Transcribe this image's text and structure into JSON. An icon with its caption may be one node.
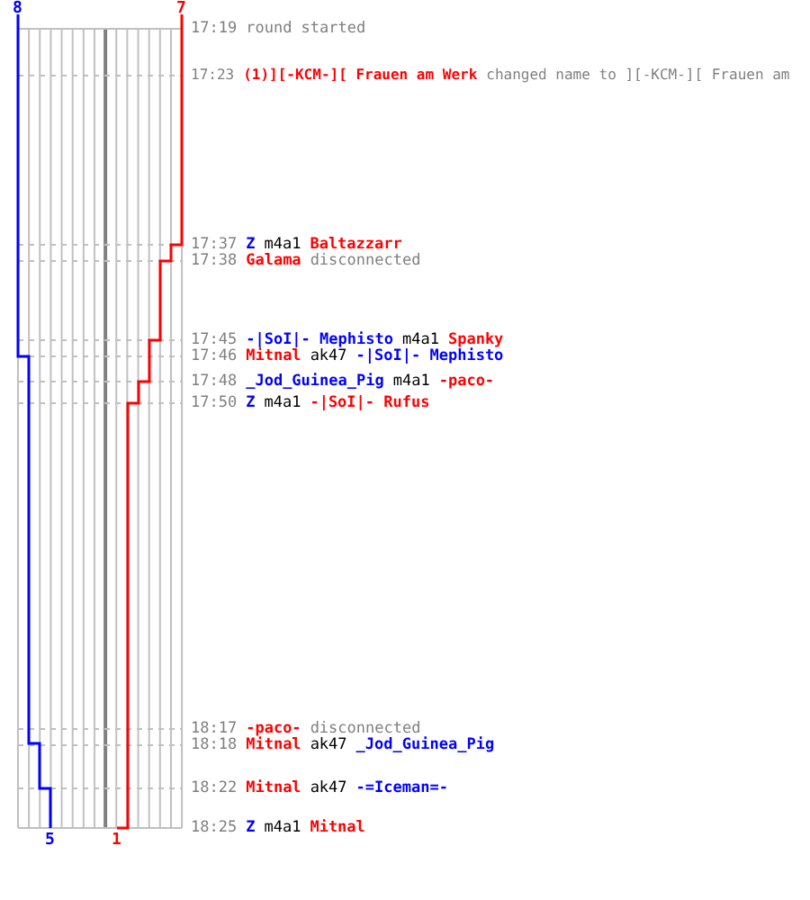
{
  "diagram": {
    "labels": [
      "8",
      "7",
      "17:19",
      "round started",
      "17:23",
      "(1)][-KCM-][ Frauen am Werk",
      "changed name to ][-KCM-][ Frauen am",
      "17:37",
      "Z",
      "m4a1",
      "Baltazzarr",
      "17:38",
      "Galama",
      "disconnected",
      "17:45",
      "-|SoI|- Mephisto",
      "m4a1",
      "Spanky",
      "17:46",
      "Mitnal",
      "ak47",
      "-|SoI|- Mephisto",
      "17:48",
      "_Jod_Guinea_Pig",
      "m4a1",
      "-paco-",
      "17:50",
      "Z",
      "m4a1",
      "-|SoI|- Rufus",
      "18:17",
      "-paco-",
      "disconnected",
      "18:18",
      "Mitnal",
      "ak47",
      "_Jod_Guinea_Pig",
      "18:22",
      "Mitnal",
      "ak47",
      "-=Iceman=-",
      "18:25",
      "Z",
      "m4a1",
      "Mitnal",
      "5",
      "1"
    ]
  }
}
